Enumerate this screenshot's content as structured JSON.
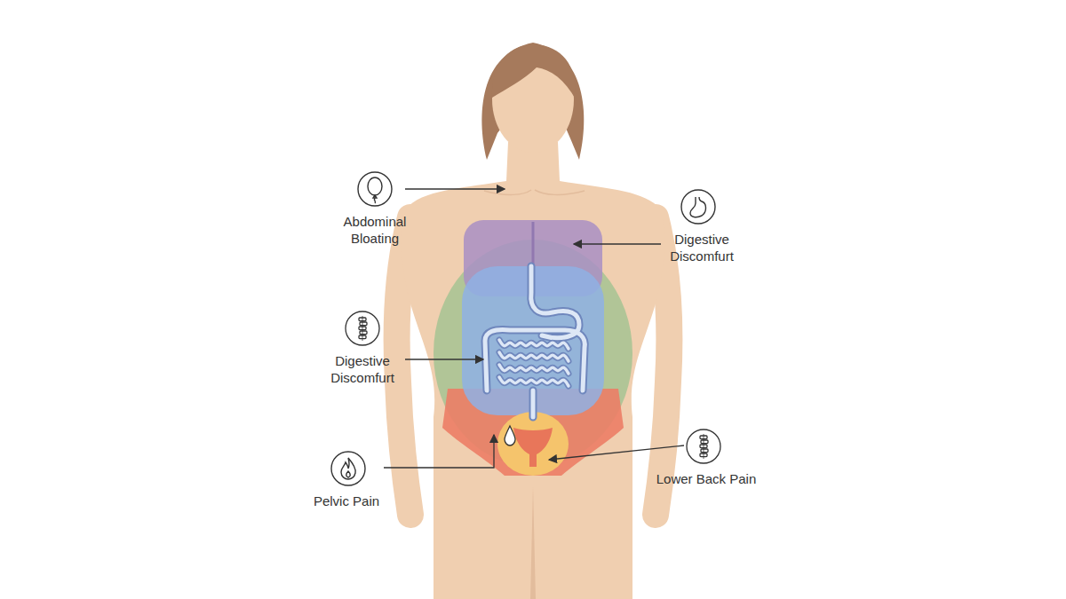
{
  "diagram": {
    "labels": [
      "Abdominal Bloating",
      "Digestive Discomfurt",
      "Digestive Discomfurt",
      "Pelvic Pain",
      "Lower Back Pain"
    ]
  }
}
